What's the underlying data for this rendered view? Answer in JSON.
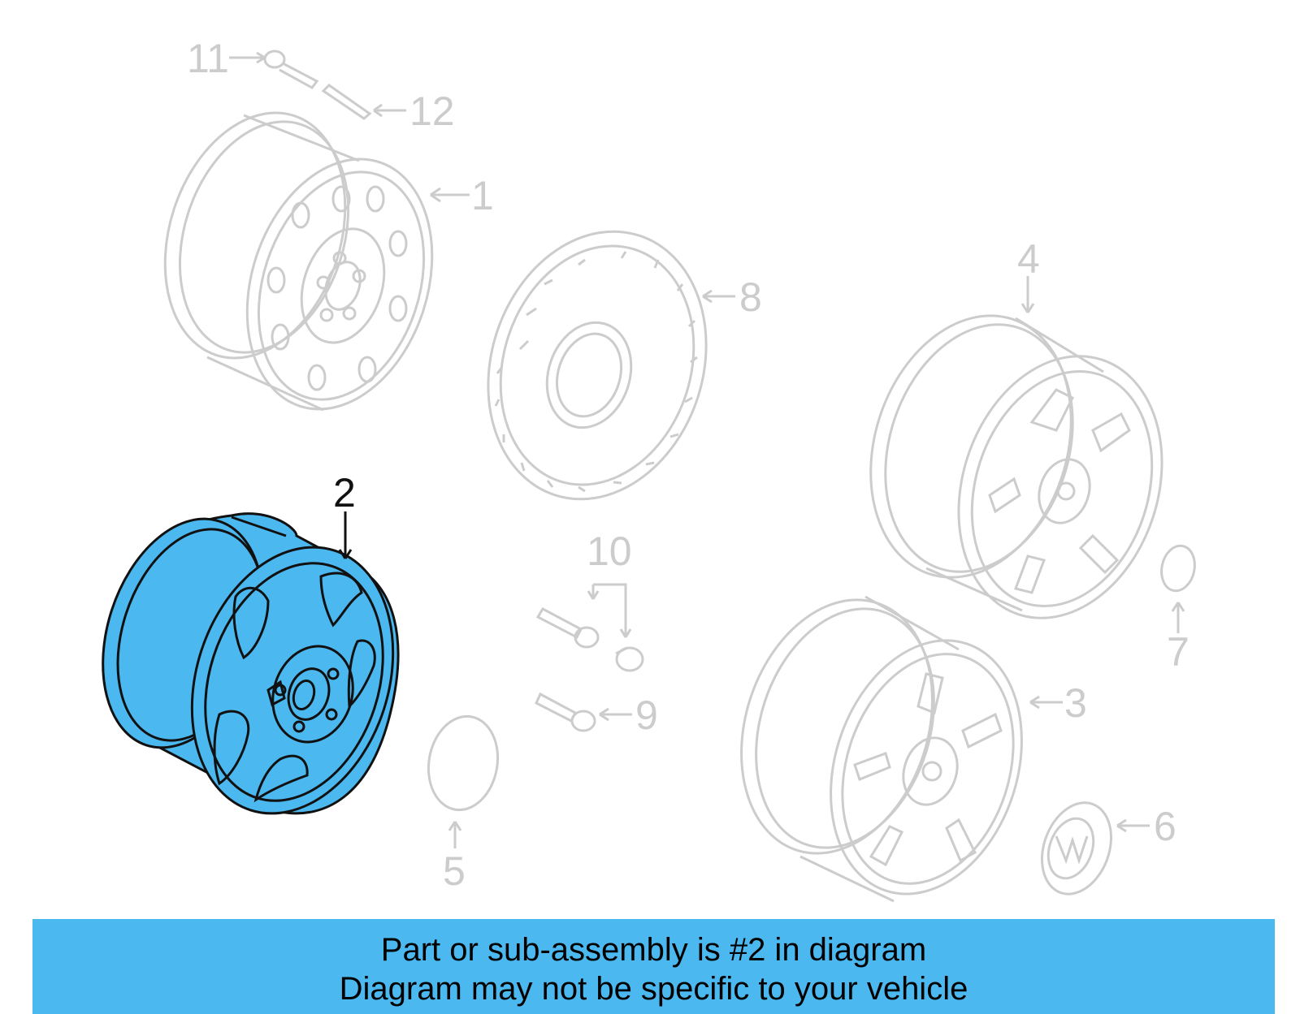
{
  "callouts": [
    "1",
    "2",
    "3",
    "4",
    "5",
    "6",
    "7",
    "8",
    "9",
    "10",
    "11",
    "12"
  ],
  "banner": {
    "line1": "Part or sub-assembly is #2 in diagram",
    "line2": "Diagram may not be specific to your vehicle"
  },
  "colors": {
    "highlight": "#4cb8f0",
    "faint_stroke": "#cccccc",
    "active_stroke": "#111111"
  }
}
